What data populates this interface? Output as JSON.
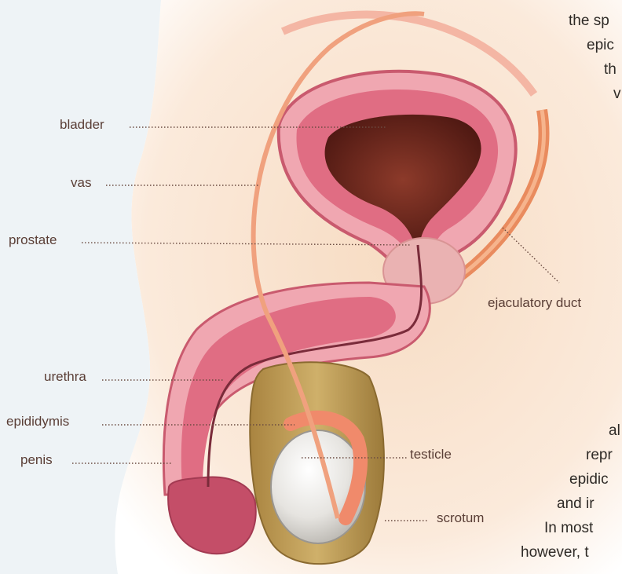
{
  "labels": {
    "bladder": "bladder",
    "vas": "vas",
    "prostate": "prostate",
    "ejaculatory_duct": "ejaculatory duct",
    "urethra": "urethra",
    "epididymis": "epididymis",
    "penis": "penis",
    "testicle": "testicle",
    "scrotum": "scrotum"
  },
  "side_text": {
    "top": [
      "the sp",
      "epic",
      "th",
      "v"
    ],
    "bottom": [
      "al",
      "repr",
      "epidic",
      "and ir",
      "In most",
      "however, t"
    ]
  },
  "colors": {
    "skin": "#f8e4cf",
    "tissue_pink": "#e58c9c",
    "tissue_dark": "#b9445b",
    "bladder_inner": "#6e2a20",
    "vas": "#f0a17e",
    "scrotum": "#c4a15d",
    "testicle": "#eceae6",
    "text": "#5a3e36"
  }
}
